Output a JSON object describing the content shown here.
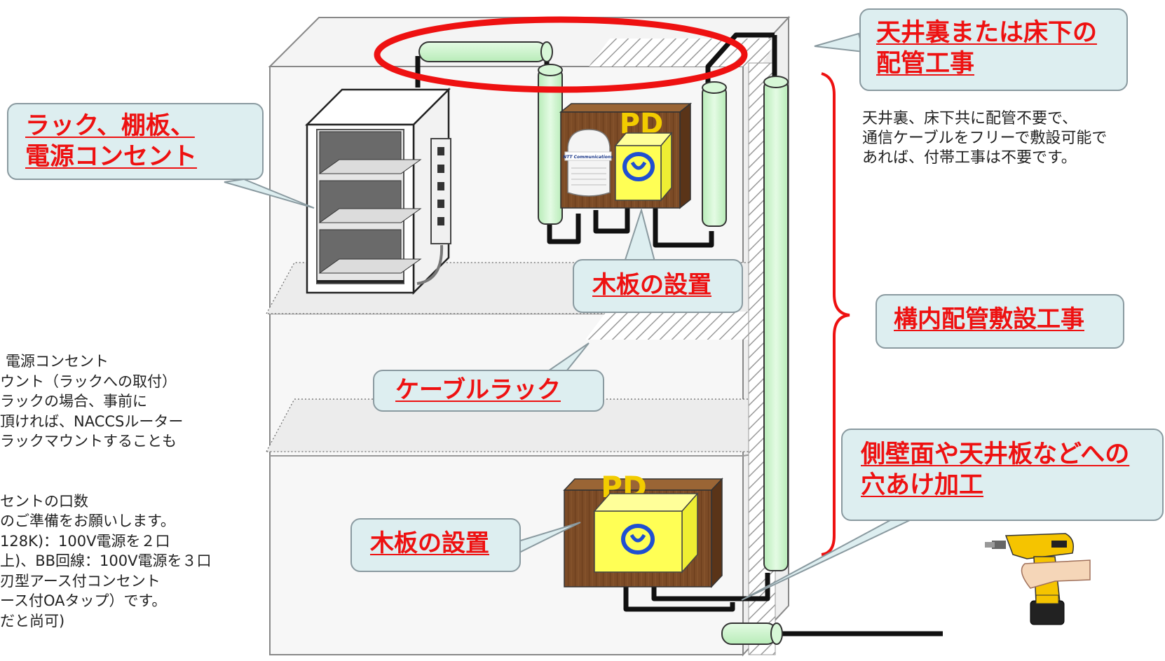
{
  "callouts": {
    "rack": [
      "ラック、棚板、",
      "電源コンセント"
    ],
    "ceiling": [
      "天井裏または床下の",
      "配管工事"
    ],
    "board_upper": "木板の設置",
    "board_lower": "木板の設置",
    "cable_rack": "ケーブルラック",
    "premises": "構内配管敷設工事",
    "drilling": [
      "側壁面や天井板などへの",
      "穴あけ加工"
    ]
  },
  "ceiling_note": [
    "天井裏、床下共に配管不要で、",
    "通信ケーブルをフリーで敷設可能で",
    "あれば、付帯工事は不要です。"
  ],
  "left_note": [
    "電源コンセント",
    "ウント（ラックへの取付）",
    "ラックの場合、事前に",
    "頂ければ、NACCSルーター",
    "ラックマウントすることも",
    "",
    "",
    "セントの口数",
    "のご準備をお願いします。",
    "128K)：100V電源を２口",
    "上)、BB回線：100V電源を３口",
    "刃型アース付コンセント",
    "ース付OAタップ）です。",
    "だと尚可)"
  ],
  "device_labels": {
    "pd_upper": "PD",
    "pd_lower": "PD",
    "router_brand": "NTT Communications"
  },
  "icons": [
    "server-rack-icon",
    "power-strip-icon",
    "router-icon",
    "terminal-box-icon",
    "conduit-pipe-icon",
    "power-drill-icon"
  ],
  "colors": {
    "callout_fill": "#ddeef0",
    "callout_text": "#ee1111",
    "highlight_ellipse": "#ee1111",
    "pipe": "#ccf5cc",
    "board": "#7a4a24",
    "pd_box": "#ffff66"
  }
}
